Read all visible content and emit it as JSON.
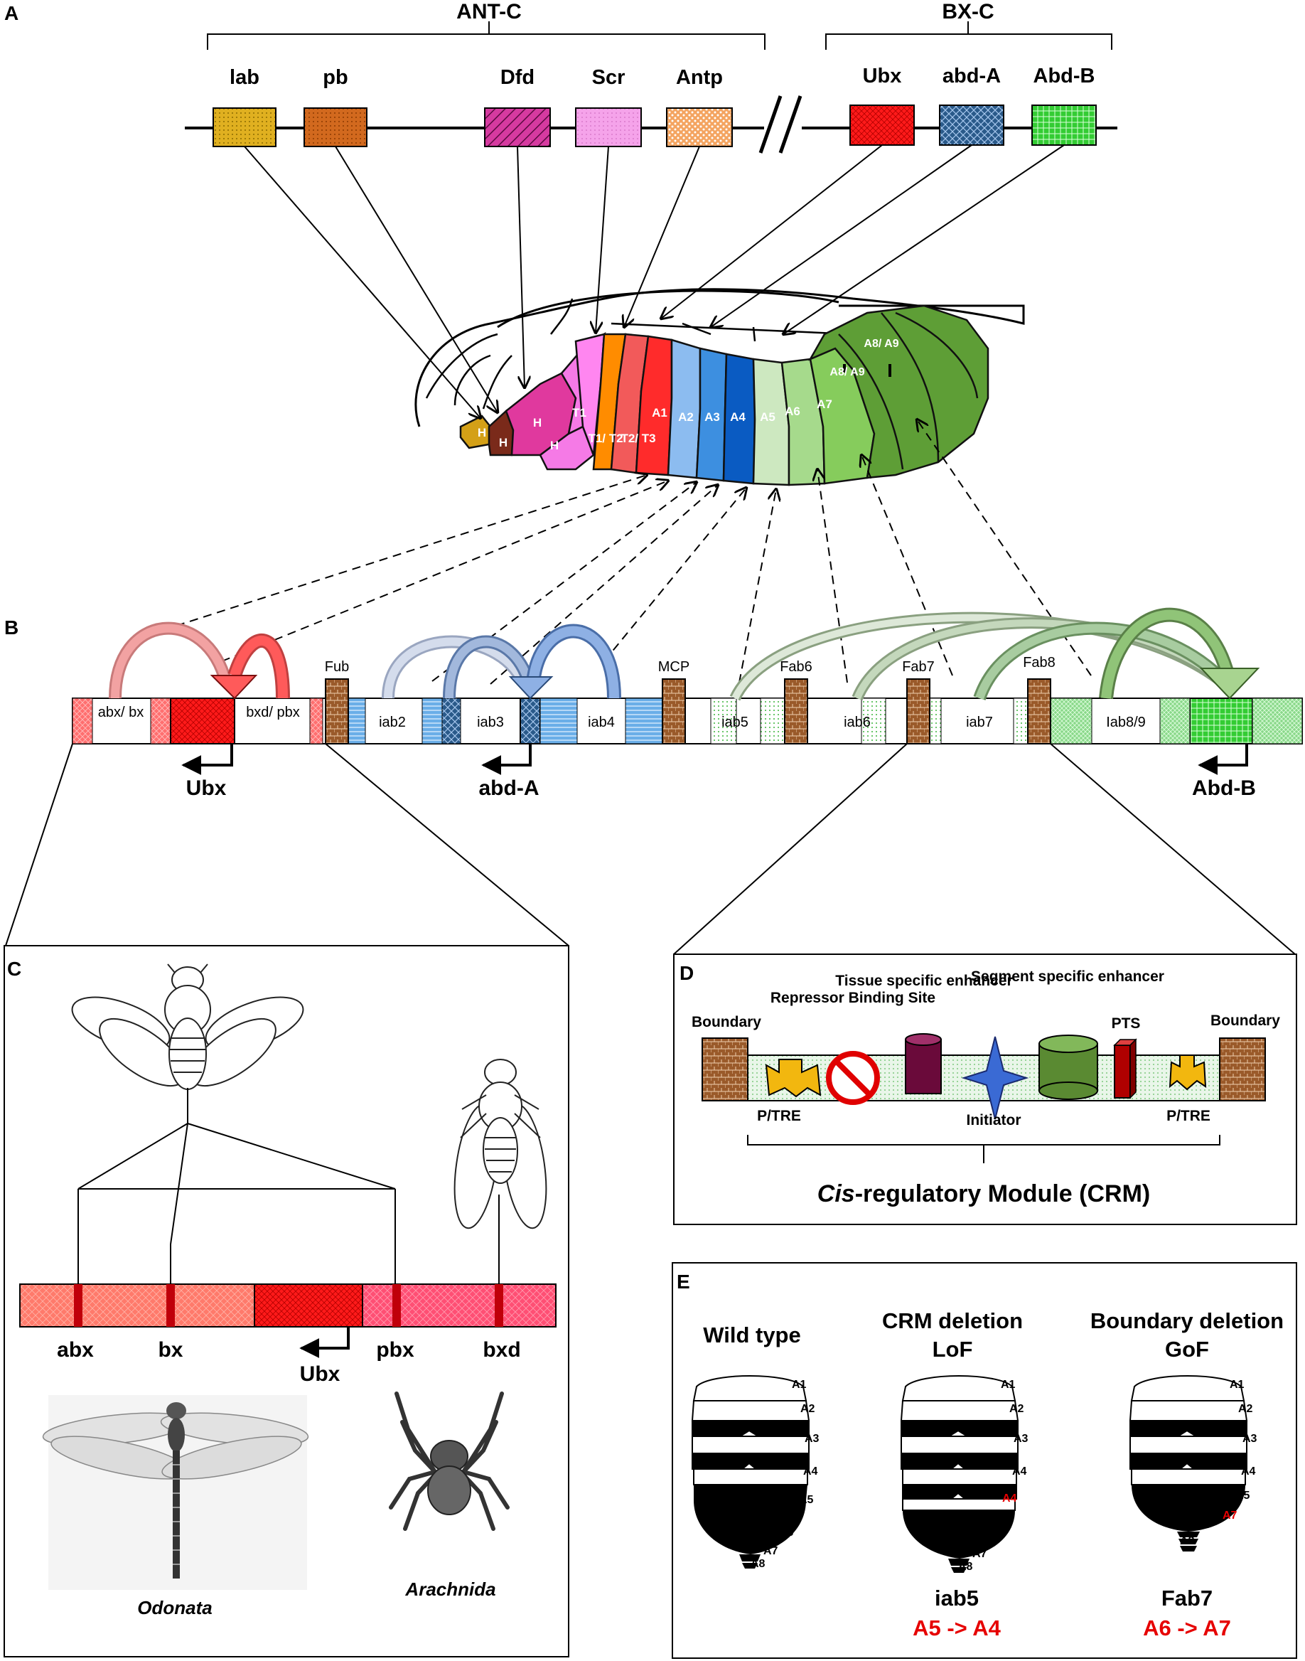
{
  "panels": {
    "a": "A",
    "b": "B",
    "c": "C",
    "d": "D",
    "e": "E"
  },
  "panel_a": {
    "complex_left": "ANT-C",
    "complex_right": "BX-C",
    "genes": [
      {
        "label": "lab",
        "color": "#e0b020"
      },
      {
        "label": "pb",
        "color": "#d2691e"
      },
      {
        "label": "Dfd",
        "color": "#d63aa0"
      },
      {
        "label": "Scr",
        "color": "#f08de0"
      },
      {
        "label": "Antp",
        "color": "#f4a460"
      },
      {
        "label": "Ubx",
        "color": "#ff1a1a"
      },
      {
        "label": "abd-A",
        "color": "#2a5a8a"
      },
      {
        "label": "Abd-B",
        "color": "#33cc33"
      }
    ],
    "segments": {
      "h1": "H",
      "h2": "H",
      "h3": "H",
      "h4": "H",
      "t1": "T1",
      "t1t2": "T1/ T2",
      "t2t3": "T2/ T3",
      "a1": "A1",
      "a2": "A2",
      "a3": "A3",
      "a4": "A4",
      "a5": "A5",
      "a6": "A6",
      "a7": "A7",
      "a8a9_1": "A8/ A9",
      "a8a9_2": "A8/ A9"
    }
  },
  "panel_b": {
    "regions": [
      "abx/ bx",
      "bxd/ pbx",
      "iab2",
      "iab3",
      "iab4",
      "iab5",
      "iab6",
      "iab7",
      "Iab8/9"
    ],
    "boundaries": [
      "Fub",
      "MCP",
      "Fab6",
      "Fab7",
      "Fab8"
    ],
    "promoters": [
      "Ubx",
      "abd-A",
      "Abd-B"
    ]
  },
  "panel_c": {
    "sites": [
      "abx",
      "bx",
      "pbx",
      "bxd"
    ],
    "gene": "Ubx",
    "taxa": [
      "Odonata",
      "Arachnida"
    ]
  },
  "panel_d": {
    "labels": {
      "boundary_left": "Boundary",
      "boundary_right": "Boundary",
      "repressor": "Repressor Binding Site",
      "tissue": "Tissue specific enhancer",
      "segment": "Segment specific enhancer",
      "pts": "PTS",
      "ptre_left": "P/TRE",
      "ptre_right": "P/TRE",
      "initiator": "Initiator"
    },
    "title_italic": "Cis",
    "title_rest": "-regulatory Module (CRM)"
  },
  "panel_e": {
    "columns": [
      {
        "title": "Wild type",
        "subtitle": "",
        "crm": "",
        "effect": ""
      },
      {
        "title": "CRM deletion",
        "subtitle": "LoF",
        "crm": "iab5",
        "effect": "A5 -> A4"
      },
      {
        "title": "Boundary deletion",
        "subtitle": "GoF",
        "crm": "Fab7",
        "effect": "A6 -> A7"
      }
    ],
    "abdomen_labels": [
      "A1",
      "A2",
      "A3",
      "A4",
      "A5",
      "A6",
      "A7",
      "A8"
    ],
    "mutant_label_crm": "A4",
    "mutant_label_boundary": "A7",
    "highlight_color": "#e60000"
  }
}
